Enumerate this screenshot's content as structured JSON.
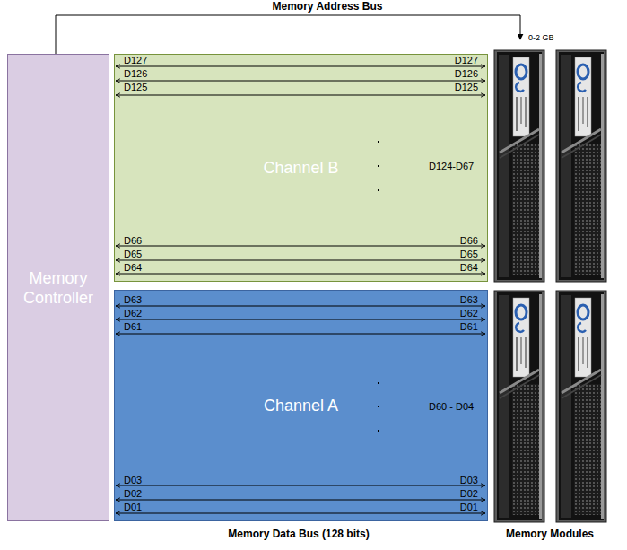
{
  "diagram": {
    "nodes": [
      {
        "text": [
          "Memory Controller"
        ]
      },
      {
        "text": [
          "Channel B"
        ]
      },
      {
        "text": [
          "Channel A"
        ]
      }
    ],
    "labels": [
      "Memory Address Bus",
      "0-2 GB",
      "D127",
      "D127",
      "D126",
      "D126",
      "D125",
      "D125",
      "D124-D67",
      "D66",
      "D66",
      "D65",
      "D65",
      "D64",
      "D64",
      "D63",
      "D63",
      "D62",
      "D62",
      "D61",
      "D61",
      "D60 - D04",
      "D03",
      "D03",
      "D02",
      "D02",
      "D01",
      "D01",
      "Memory Data Bus (128 bits)",
      "Memory Modules"
    ]
  }
}
